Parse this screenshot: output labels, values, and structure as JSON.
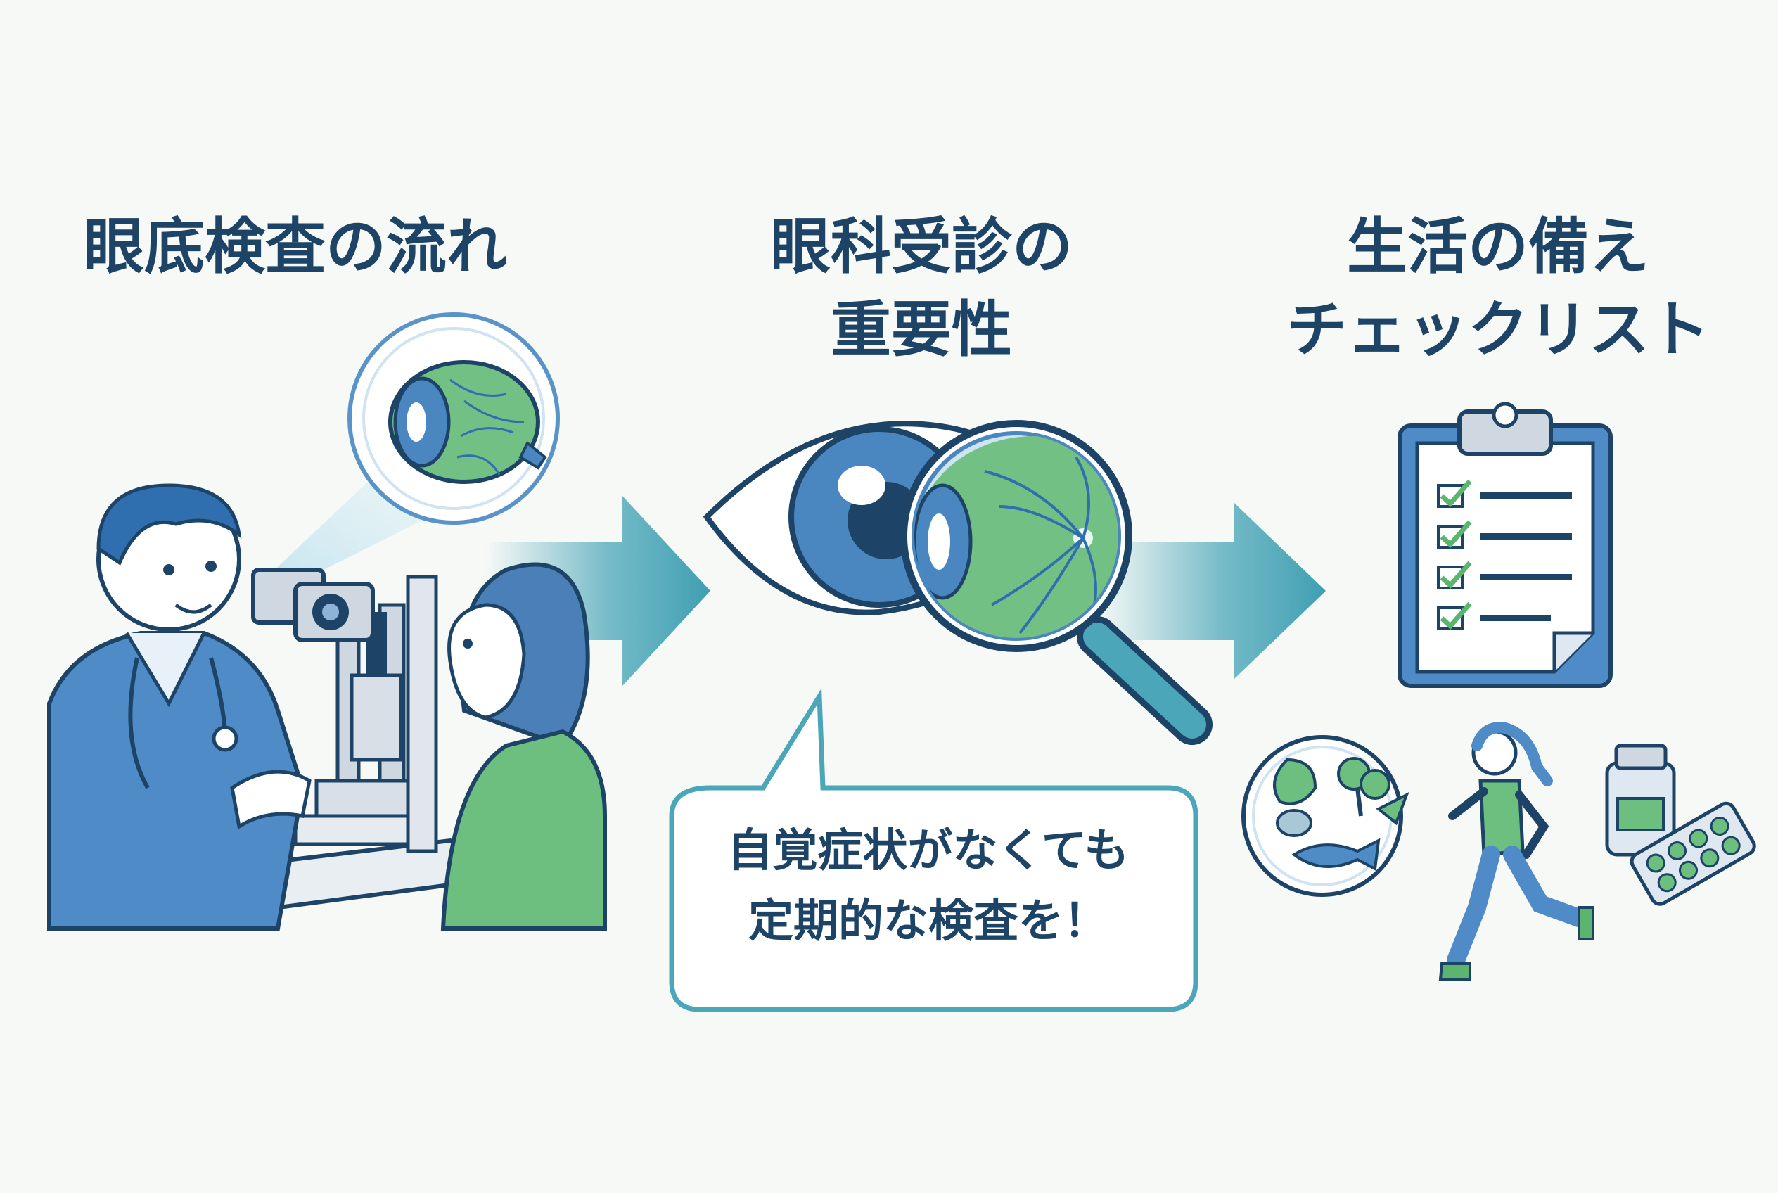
{
  "steps": [
    {
      "title_lines": [
        "眼底検査の流れ"
      ]
    },
    {
      "title_lines": [
        "眼科受診の",
        "重要性"
      ]
    },
    {
      "title_lines": [
        "生活の備え",
        "チェックリスト"
      ]
    }
  ],
  "callout": {
    "lines": [
      "自覚症状がなくても",
      "定期的な検査を！"
    ]
  },
  "colors": {
    "navy": "#1d4466",
    "blue": "#4a86c0",
    "teal": "#4aa6b8",
    "green": "#6cbf7f",
    "background": "#f7f9f7"
  }
}
